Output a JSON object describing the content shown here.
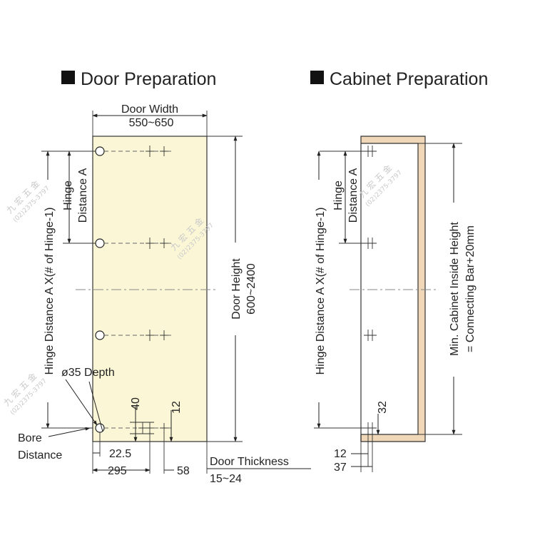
{
  "titles": {
    "door": "Door Preparation",
    "cabinet": "Cabinet Preparation"
  },
  "labels": {
    "door_width": "Door Width",
    "door_width_range": "550~650",
    "door_height": "Door Height",
    "door_height_range": "600~2400",
    "hinge_distance_a_1": "Hinge",
    "hinge_distance_a_2": "Distance A",
    "hinge_distance_total": "Hinge Distance A X(# of Hinge-1)",
    "bore_diameter": "ø35 Depth",
    "bore_distance_1": "Bore",
    "bore_distance_2": "Distance",
    "door_thickness": "Door Thickness",
    "door_thickness_range": "15~24",
    "min_cabinet_height_1": "Min. Cabinet Inside Height",
    "min_cabinet_height_2": "= Connecting Bar+20mm"
  },
  "dimensions": {
    "d_22_5": "22.5",
    "d_295": "295",
    "d_58": "58",
    "d_40": "40",
    "d_12_door": "12",
    "d_32": "32",
    "d_12_cab": "12",
    "d_37": "37"
  },
  "watermark": {
    "name": "九 宏 五 金",
    "phone": "(02)2375-3797"
  },
  "colors": {
    "door_fill": "#fbf7d6",
    "cabinet_wood": "#efd7b8",
    "outline": "#333333"
  }
}
